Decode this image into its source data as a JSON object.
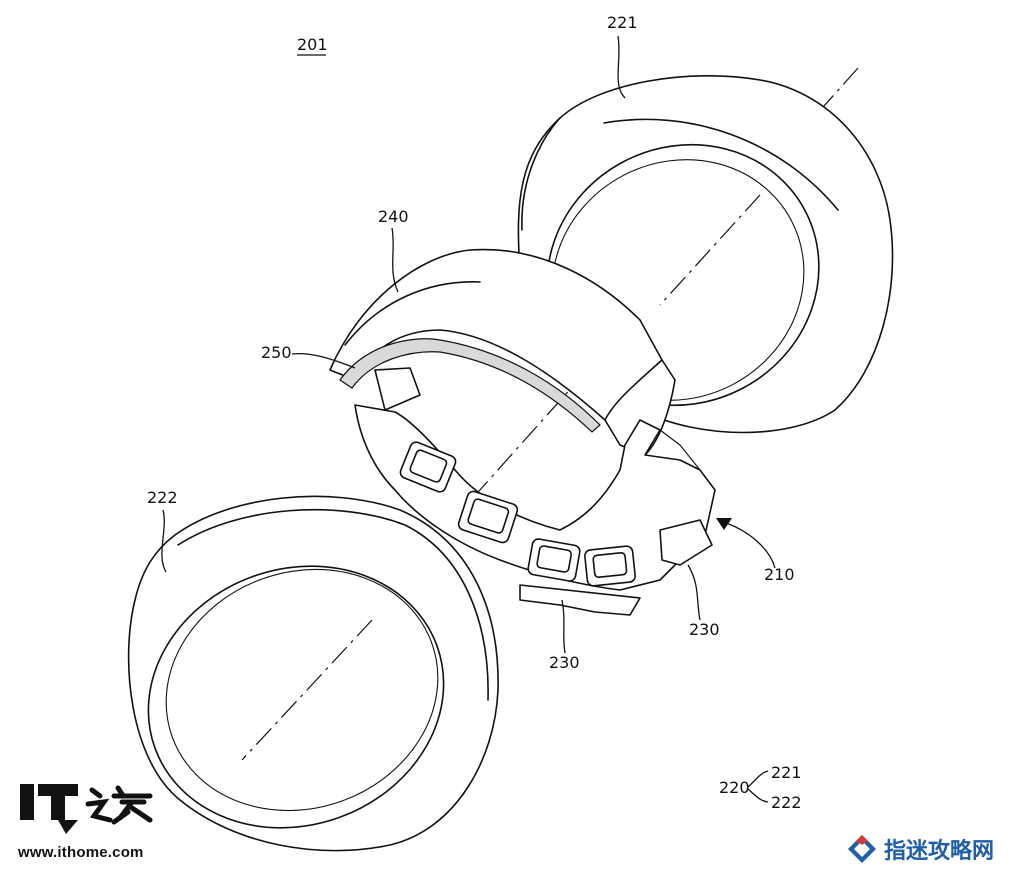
{
  "figure": {
    "figure_number": "201",
    "labels": {
      "outer_ring_top": "221",
      "outer_ring_bottom": "222",
      "housing": "240",
      "layer": "250",
      "board": "210",
      "component_right": "230",
      "component_bottom": "230",
      "group": "220",
      "group_member_1": "221",
      "group_member_2": "222"
    }
  },
  "watermarks": {
    "ithome_logo_text": "IT之家",
    "ithome_url": "www.ithome.com",
    "site_name": "指迷攻略网"
  },
  "colors": {
    "line": "#111111",
    "watermark_blue": "#1f5fa8",
    "watermark_red": "#d23a3a"
  }
}
